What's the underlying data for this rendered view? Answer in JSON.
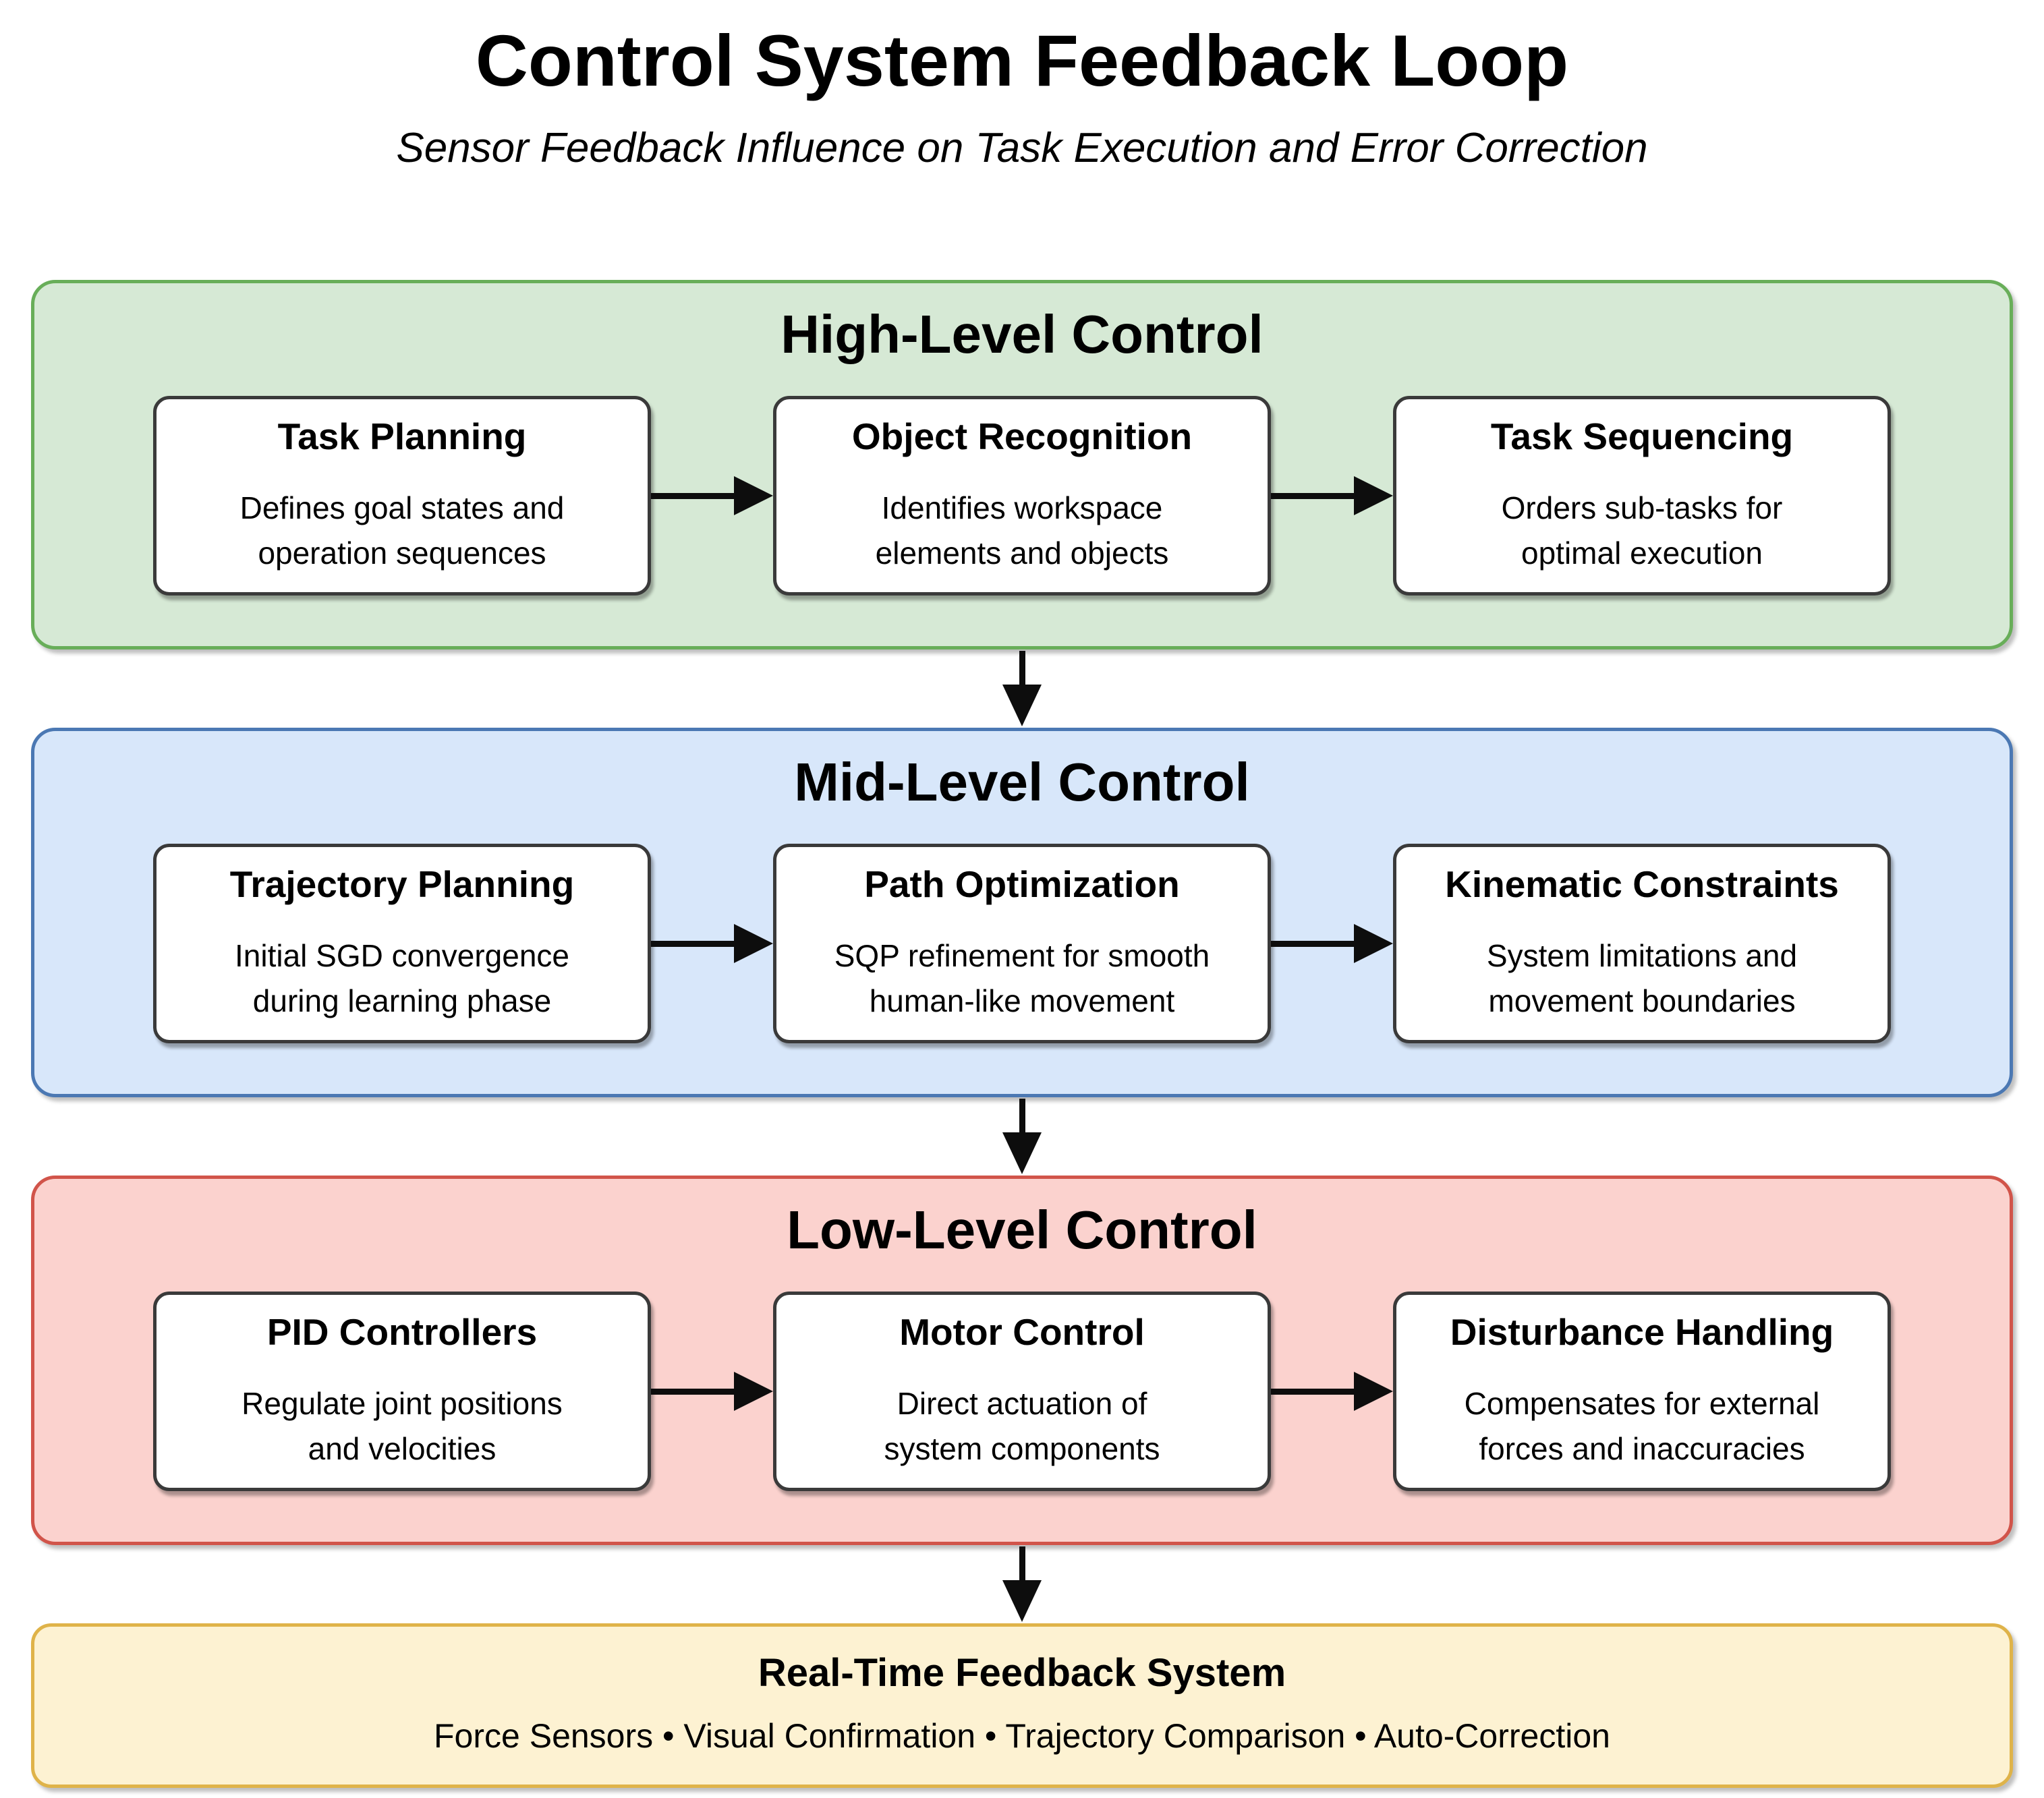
{
  "title": "Control System Feedback Loop",
  "subtitle": "Sensor Feedback Influence on Task Execution and Error Correction",
  "arrow_color": "#0d0d0d",
  "node_border_color": "#3a3a3a",
  "bands": [
    {
      "label": "High-Level Control",
      "fill": "#d6e9d5",
      "border": "#68ae59",
      "boxes": [
        {
          "title": "Task Planning",
          "desc1": "Defines goal states and",
          "desc2": "operation sequences"
        },
        {
          "title": "Object Recognition",
          "desc1": "Identifies workspace",
          "desc2": "elements and objects"
        },
        {
          "title": "Task Sequencing",
          "desc1": "Orders sub-tasks for",
          "desc2": "optimal execution"
        }
      ]
    },
    {
      "label": "Mid-Level Control",
      "fill": "#d8e7fa",
      "border": "#4b78b3",
      "boxes": [
        {
          "title": "Trajectory Planning",
          "desc1": "Initial SGD convergence",
          "desc2": "during learning phase"
        },
        {
          "title": "Path Optimization",
          "desc1": "SQP refinement for smooth",
          "desc2": "human-like movement"
        },
        {
          "title": "Kinematic Constraints",
          "desc1": "System limitations and",
          "desc2": "movement boundaries"
        }
      ]
    },
    {
      "label": "Low-Level Control",
      "fill": "#fbd2ce",
      "border": "#d1544a",
      "boxes": [
        {
          "title": "PID Controllers",
          "desc1": "Regulate joint positions",
          "desc2": "and velocities"
        },
        {
          "title": "Motor Control",
          "desc1": "Direct actuation of",
          "desc2": "system components"
        },
        {
          "title": "Disturbance Handling",
          "desc1": "Compensates for external",
          "desc2": "forces and inaccuracies"
        }
      ]
    }
  ],
  "footer": {
    "title": "Real-Time Feedback System",
    "items": [
      "Force Sensors",
      "Visual Confirmation",
      "Trajectory Comparison",
      "Auto-Correction"
    ],
    "line": "Force Sensors • Visual Confirmation • Trajectory Comparison • Auto-Correction",
    "fill": "#fdf2d2",
    "border": "#dfb349"
  }
}
